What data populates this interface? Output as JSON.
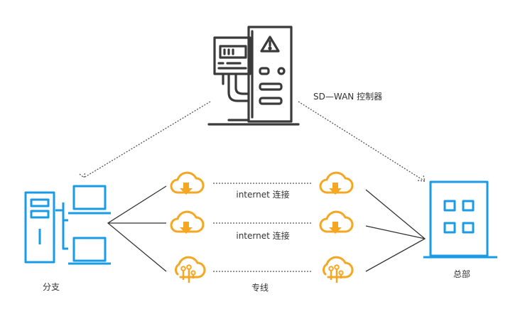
{
  "controller": {
    "label": "SD—WAN 控制器"
  },
  "branch": {
    "label": "分支"
  },
  "hq": {
    "label": "总部"
  },
  "links": [
    {
      "label": "internet 连接",
      "kind": "internet"
    },
    {
      "label": "internet 连接",
      "kind": "internet"
    },
    {
      "label": "专线",
      "kind": "dedicated"
    }
  ],
  "colors": {
    "orange": "#f5a623",
    "blue": "#1a9be6",
    "dark": "#3a3a3a",
    "line": "#333333"
  },
  "icons": {
    "controller": "server-rack-icon",
    "branch": "computers-icon",
    "hq": "building-icon",
    "internet": "cloud-download-icon",
    "dedicated": "cloud-circuit-icon"
  }
}
